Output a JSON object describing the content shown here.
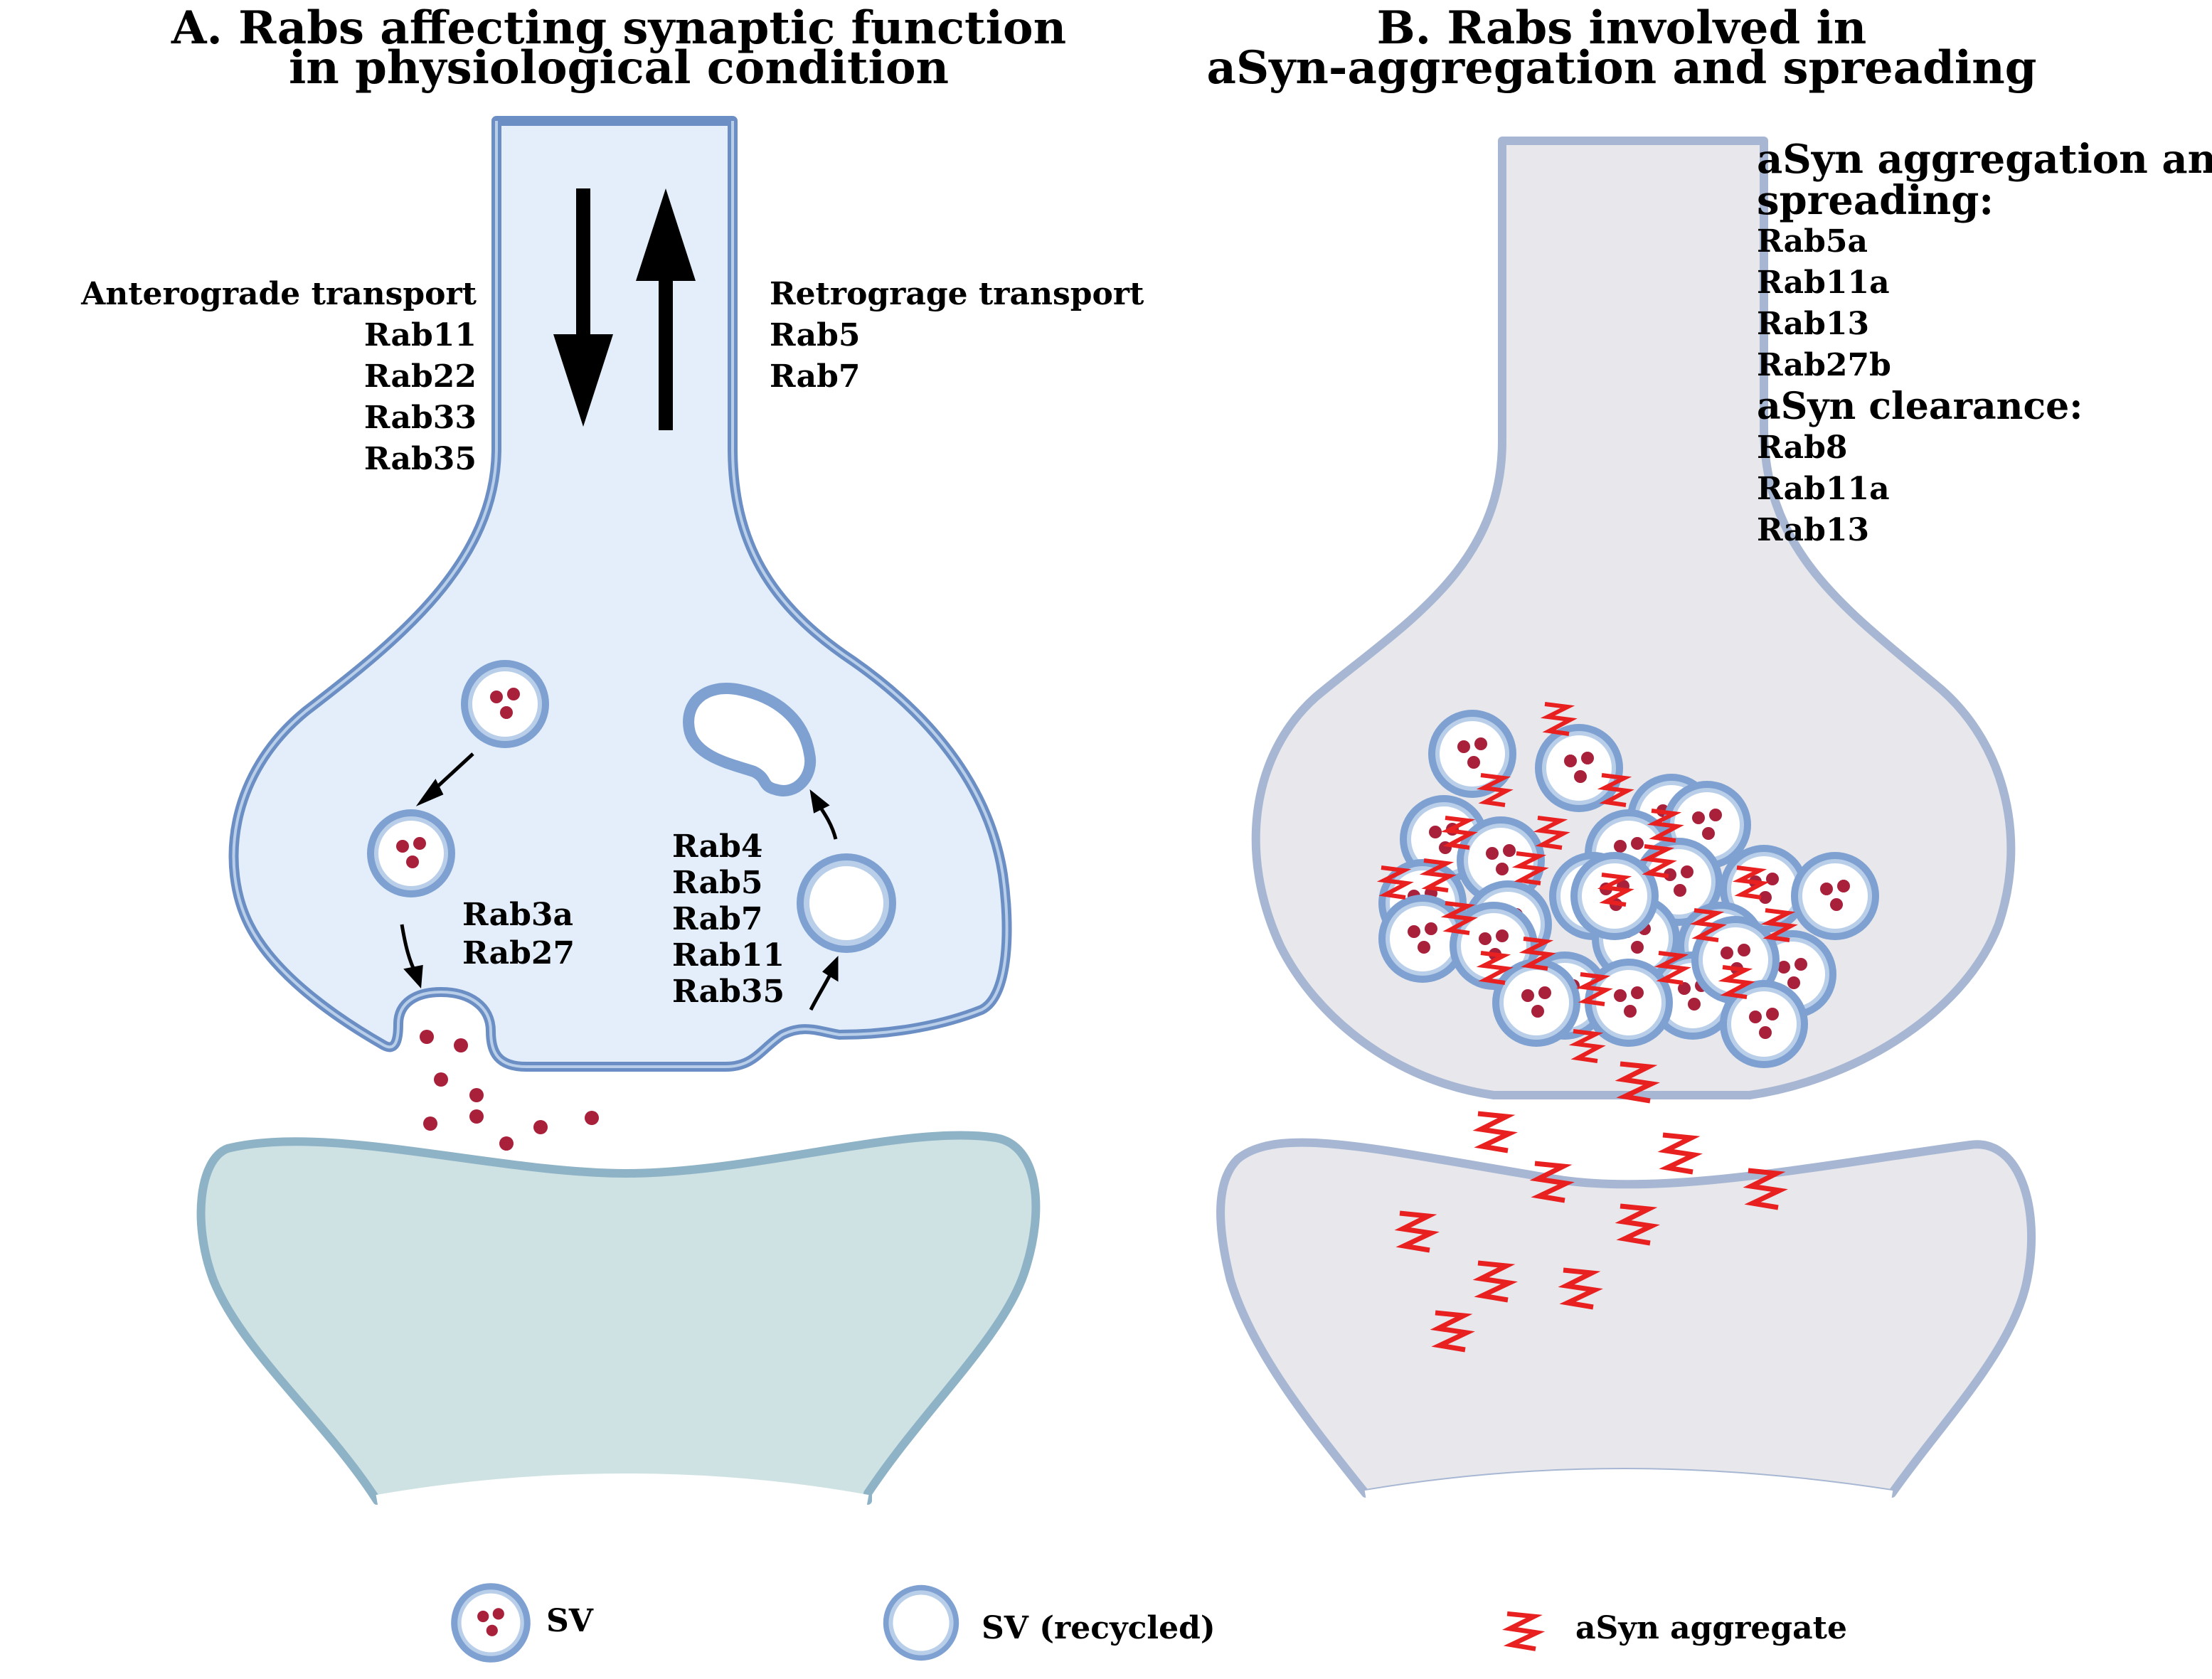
{
  "panel_a": {
    "title_line1": "A. Rabs affecting synaptic function",
    "title_line2": "in physiological condition",
    "anterograde": {
      "heading": "Anterograde transport",
      "rabs": [
        "Rab11",
        "Rab22",
        "Rab33",
        "Rab35"
      ]
    },
    "retrograde": {
      "heading": "Retrograge transport",
      "rabs": [
        "Rab5",
        "Rab7"
      ]
    },
    "exocytosis_rabs": [
      "Rab3a",
      "Rab27"
    ],
    "recycling_rabs": [
      "Rab4",
      "Rab5",
      "Rab7",
      "Rab11",
      "Rab35"
    ]
  },
  "panel_b": {
    "title_line1": "B. Rabs involved in",
    "title_line2": "aSyn-aggregation and spreading",
    "aggregation": {
      "heading_line1": "aSyn aggregation and",
      "heading_line2": "spreading:",
      "rabs": [
        "Rab5a",
        "Rab11a",
        "Rab13",
        "Rab27b"
      ]
    },
    "clearance": {
      "heading": "aSyn clearance:",
      "rabs": [
        "Rab8",
        "Rab11a",
        "Rab13"
      ]
    }
  },
  "legend": {
    "sv": "SV",
    "sv_recycled": "SV (recycled)",
    "asyn_aggregate": "aSyn aggregate"
  },
  "colors": {
    "membrane": "#7fa1d2",
    "membrane_dark": "#6b8fc4",
    "cytoplasm_a": "#e3eefa",
    "postsynaptic_a": "#cfe2e3",
    "postsynaptic_a_edge": "#8fb3c6",
    "cytoplasm_b": "#e8e8ec",
    "membrane_b": "#a7b7d3",
    "vesicle_cargo": "#a8203a",
    "asyn": "#e82020"
  }
}
